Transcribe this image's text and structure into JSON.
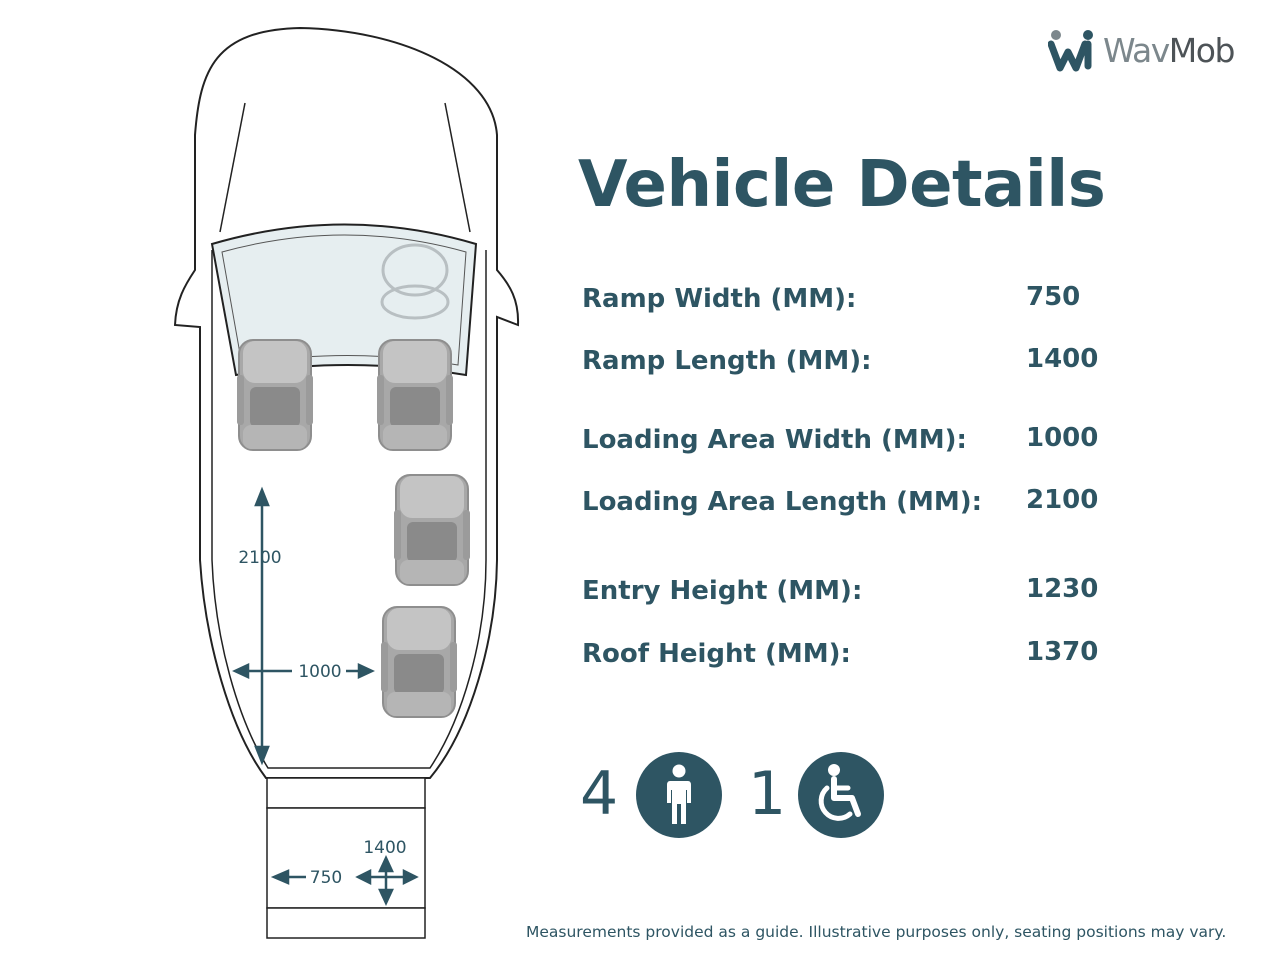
{
  "brand": {
    "name_part1": "Wav",
    "name_part2": "Mob"
  },
  "title": "Vehicle Details",
  "specs": [
    {
      "label": "Ramp Width (MM):",
      "value": "750"
    },
    {
      "label": "Ramp Length (MM):",
      "value": "1400"
    },
    {
      "label": "Loading Area Width (MM):",
      "value": "1000"
    },
    {
      "label": "Loading Area Length (MM):",
      "value": "2100"
    },
    {
      "label": "Entry Height (MM):",
      "value": "1230"
    },
    {
      "label": "Roof Height (MM):",
      "value": "1370"
    }
  ],
  "capacity": {
    "seated": "4",
    "wheelchair": "1"
  },
  "diagram": {
    "loading_length": "2100",
    "loading_width": "1000",
    "ramp_length": "1400",
    "ramp_width": "750"
  },
  "icons": [
    "person-icon",
    "wheelchair-icon"
  ],
  "colors": {
    "primary": "#2e5563",
    "seat": "#a8a8a8",
    "glass": "#e6eef0"
  },
  "footnote": "Measurements provided as a guide. Illustrative purposes only, seating positions may vary."
}
